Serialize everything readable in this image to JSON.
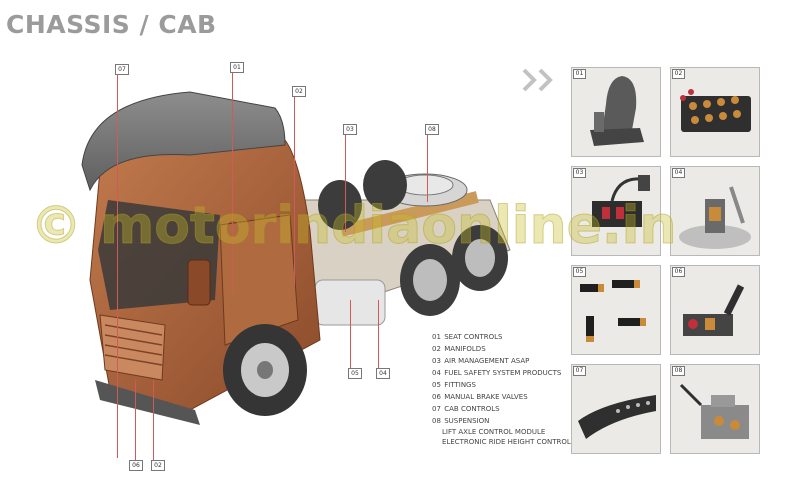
{
  "title": "CHASSIS / CAB",
  "watermark": "© motorindiaonline.in",
  "callout_tags": {
    "t07": "07",
    "t01": "01",
    "t02": "02",
    "t03": "03",
    "t08": "08",
    "t05": "05",
    "t04": "04",
    "t06": "06",
    "t02b": "02"
  },
  "thumbnails": [
    {
      "num": "01",
      "icon": "seat-icon"
    },
    {
      "num": "02",
      "icon": "manifold-icon"
    },
    {
      "num": "03",
      "icon": "air-management-icon"
    },
    {
      "num": "04",
      "icon": "fuel-safety-icon"
    },
    {
      "num": "05",
      "icon": "fittings-icon"
    },
    {
      "num": "06",
      "icon": "brake-valve-icon"
    },
    {
      "num": "07",
      "icon": "cab-control-lever-icon"
    },
    {
      "num": "08",
      "icon": "suspension-valve-icon"
    }
  ],
  "legend": [
    {
      "num": "01",
      "label": "SEAT CONTROLS"
    },
    {
      "num": "02",
      "label": "MANIFOLDS"
    },
    {
      "num": "03",
      "label": "AIR MANAGEMENT ASAP"
    },
    {
      "num": "04",
      "label": "FUEL SAFETY SYSTEM PRODUCTS"
    },
    {
      "num": "05",
      "label": "FITTINGS"
    },
    {
      "num": "06",
      "label": "MANUAL BRAKE VALVES"
    },
    {
      "num": "07",
      "label": "CAB CONTROLS"
    },
    {
      "num": "08",
      "label": "SUSPENSION"
    }
  ],
  "legend_sub": [
    "LIFT AXLE CONTROL MODULE",
    "ELECTRONIC RIDE HEIGHT CONTROL"
  ],
  "colors": {
    "cab": "#b0693f",
    "accent_line": "#cf5a5a",
    "title": "#9b9b9b"
  }
}
